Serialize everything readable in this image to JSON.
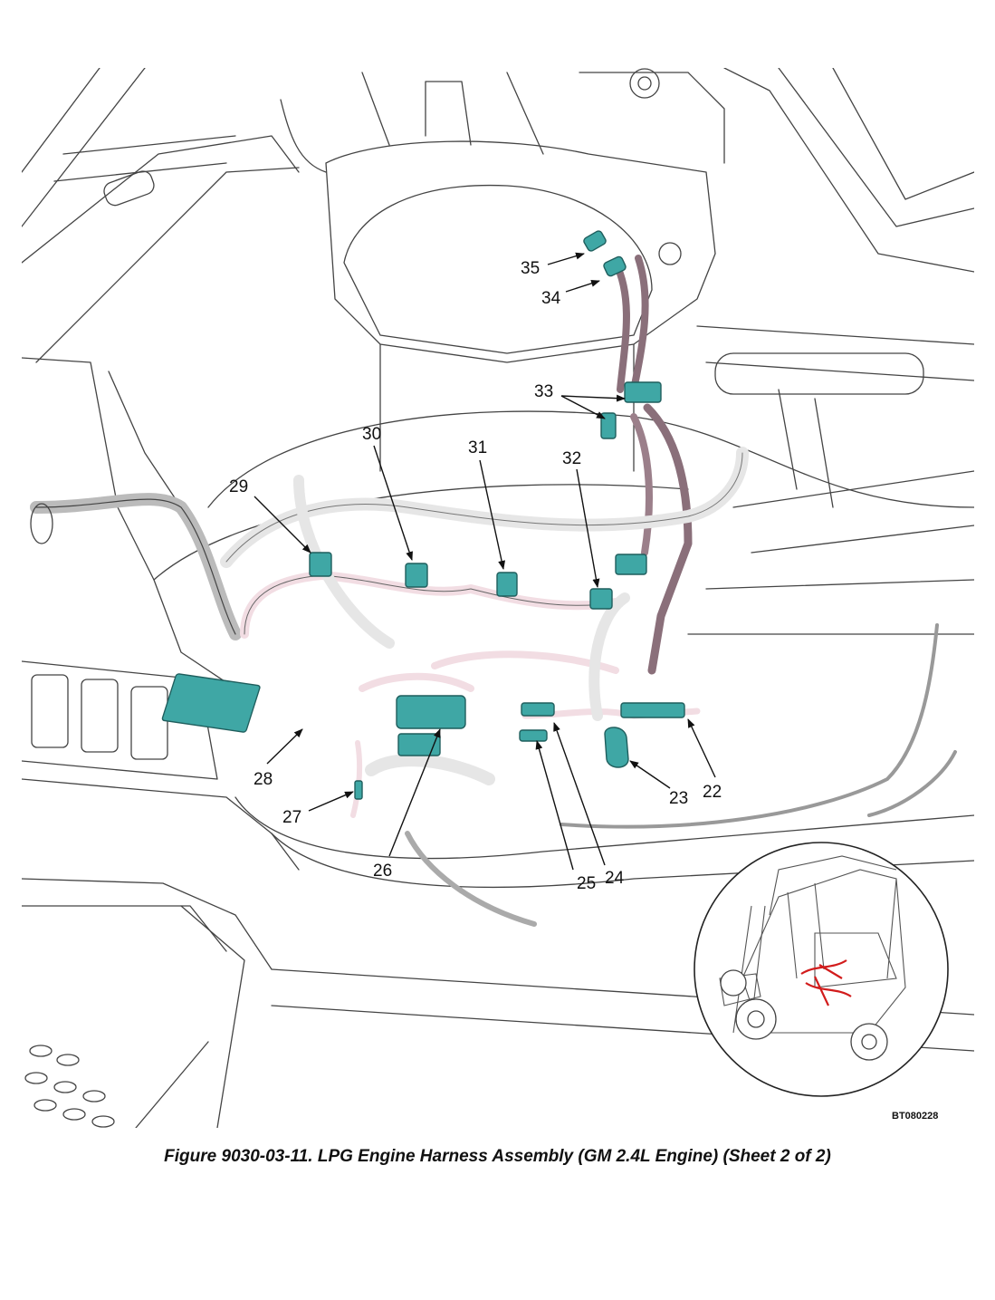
{
  "figure": {
    "caption": "Figure 9030-03-11. LPG Engine Harness Assembly (GM 2.4L Engine) (Sheet 2 of 2)",
    "drawing_id": "BT080228"
  },
  "colors": {
    "connector": "#3fa7a5",
    "harness": "#f2dde3",
    "harness_dark": "#8a6f7a",
    "line_art": "#333333",
    "inset_highlight": "#d21c1c"
  },
  "callouts": [
    {
      "id": "22",
      "label": "22"
    },
    {
      "id": "23",
      "label": "23"
    },
    {
      "id": "24",
      "label": "24"
    },
    {
      "id": "25",
      "label": "25"
    },
    {
      "id": "26",
      "label": "26"
    },
    {
      "id": "27",
      "label": "27"
    },
    {
      "id": "28",
      "label": "28"
    },
    {
      "id": "29",
      "label": "29"
    },
    {
      "id": "30",
      "label": "30"
    },
    {
      "id": "31",
      "label": "31"
    },
    {
      "id": "32",
      "label": "32"
    },
    {
      "id": "33",
      "label": "33"
    },
    {
      "id": "34",
      "label": "34"
    },
    {
      "id": "35",
      "label": "35"
    }
  ]
}
